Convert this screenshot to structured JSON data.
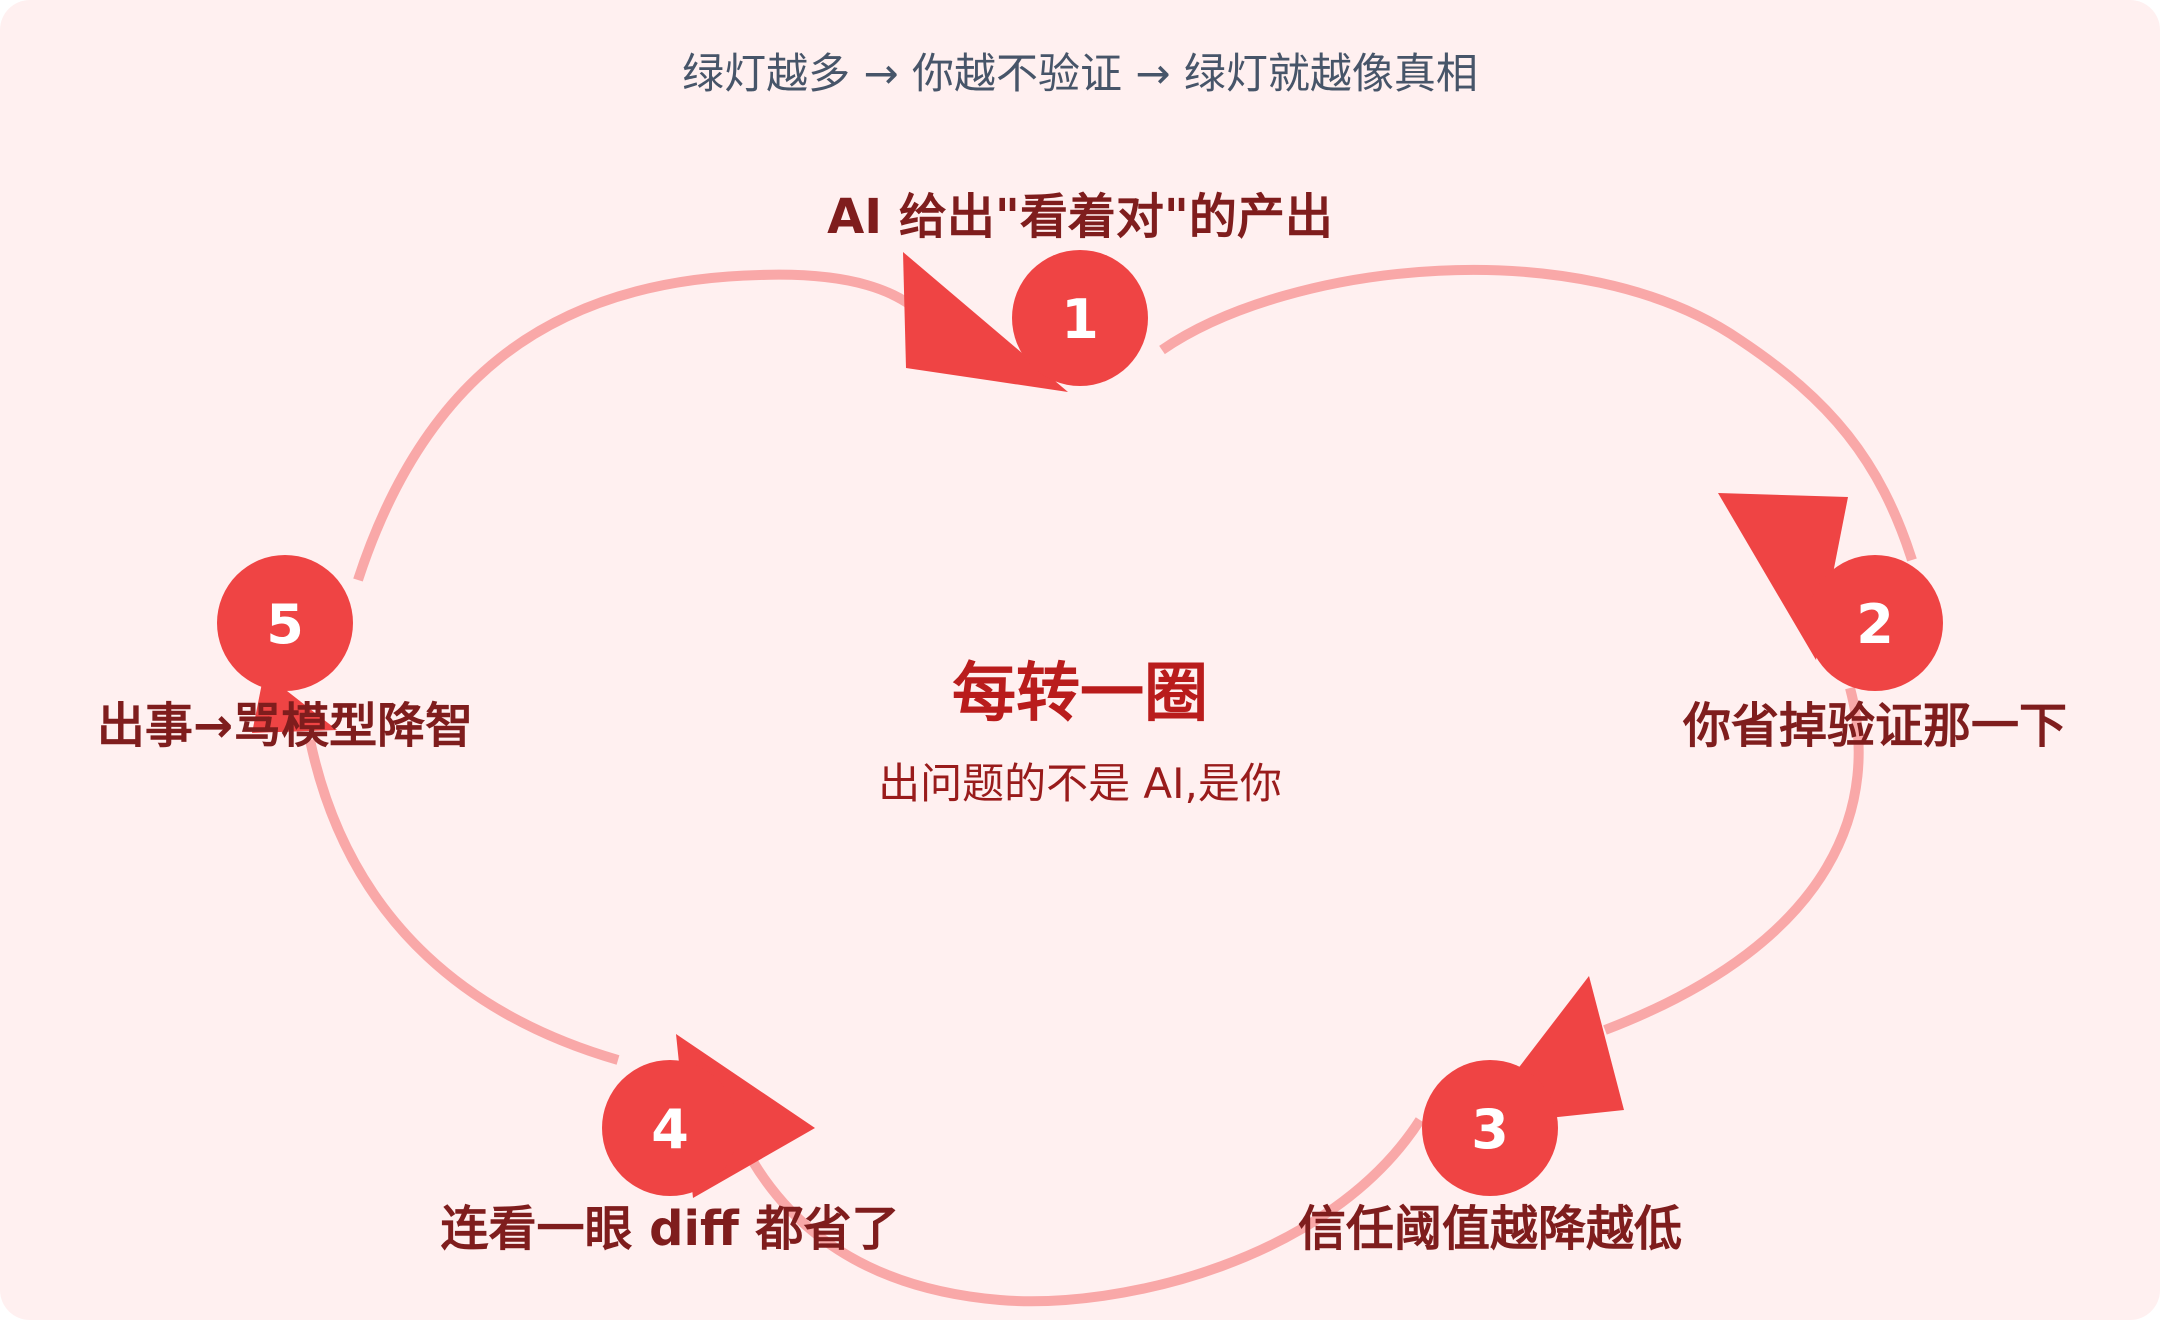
{
  "diagram": {
    "subtitle": "绿灯越多 → 你越不验证 → 绿灯就越像真相",
    "center": {
      "title": "每转一圈",
      "caption": "出问题的不是 AI,是你"
    },
    "steps": [
      {
        "number": "1",
        "label": "AI 给出\"看着对\"的产出"
      },
      {
        "number": "2",
        "label": "你省掉验证那一下"
      },
      {
        "number": "3",
        "label": "信任阈值越降越低"
      },
      {
        "number": "4",
        "label": "连看一眼 diff 都省了"
      },
      {
        "number": "5",
        "label": "出事→骂模型降智"
      }
    ],
    "colors": {
      "panel_background": "#fff0f0",
      "loop_line": "#f9a8a8",
      "node_fill": "#ef4444",
      "node_text": "#ffffff",
      "label_text": "#7f1d1d",
      "subtitle_text": "#475569",
      "center_title": "#b91c1c",
      "center_caption": "#991b1b"
    }
  }
}
